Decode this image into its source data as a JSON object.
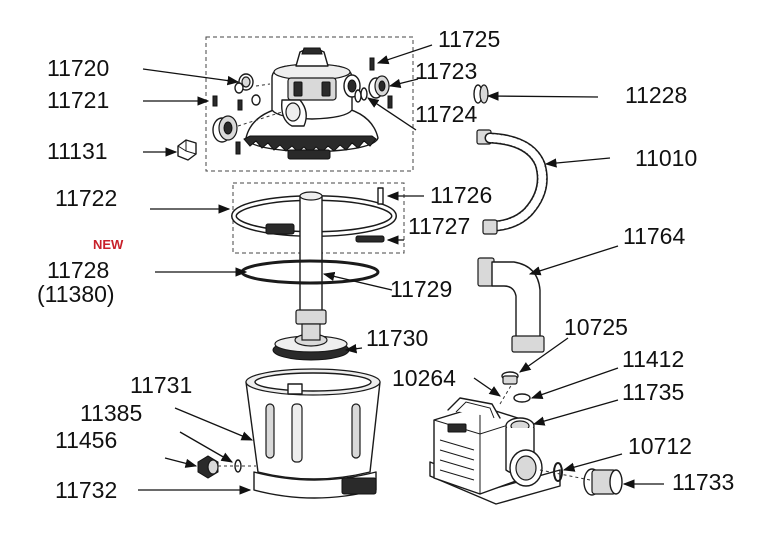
{
  "badge": {
    "new_text": "NEW",
    "new_color": "#c8202a"
  },
  "parts": [
    {
      "id": "p11720",
      "label": "11720"
    },
    {
      "id": "p11721",
      "label": "11721"
    },
    {
      "id": "p11131",
      "label": "11131"
    },
    {
      "id": "p11722",
      "label": "11722"
    },
    {
      "id": "p11728",
      "label": "11728"
    },
    {
      "id": "p11728alt",
      "label": "(11380)"
    },
    {
      "id": "p11731",
      "label": "11731"
    },
    {
      "id": "p11385",
      "label": "11385"
    },
    {
      "id": "p11456",
      "label": "11456"
    },
    {
      "id": "p11732",
      "label": "11732"
    },
    {
      "id": "p11725",
      "label": "11725"
    },
    {
      "id": "p11723",
      "label": "11723"
    },
    {
      "id": "p11724",
      "label": "11724"
    },
    {
      "id": "p11228",
      "label": "11228"
    },
    {
      "id": "p11010",
      "label": "11010"
    },
    {
      "id": "p11726",
      "label": "11726"
    },
    {
      "id": "p11727",
      "label": "11727"
    },
    {
      "id": "p11764",
      "label": "11764"
    },
    {
      "id": "p11729",
      "label": "11729"
    },
    {
      "id": "p11730",
      "label": "11730"
    },
    {
      "id": "p10725",
      "label": "10725"
    },
    {
      "id": "p10264",
      "label": "10264"
    },
    {
      "id": "p11412",
      "label": "11412"
    },
    {
      "id": "p11735",
      "label": "11735"
    },
    {
      "id": "p10712",
      "label": "10712"
    },
    {
      "id": "p11733",
      "label": "11733"
    }
  ]
}
